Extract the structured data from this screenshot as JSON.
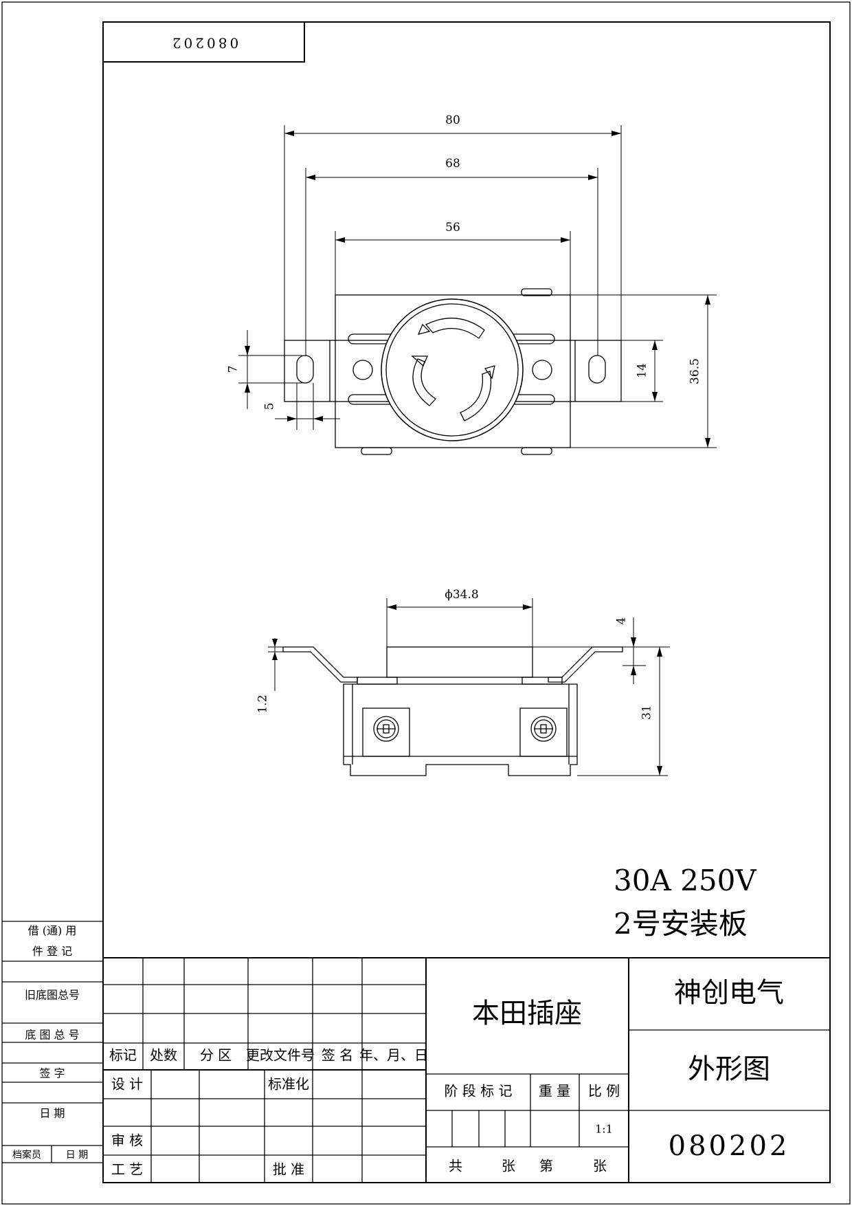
{
  "drawing_number_rotated": "080202",
  "dimensions": {
    "d80": "80",
    "d68": "68",
    "d56": "56",
    "d7": "7",
    "d5": "5",
    "d14": "14",
    "d36_5": "36.5",
    "dia": "ϕ34.8",
    "d4": "4",
    "d1_2": "1.2",
    "d31": "31"
  },
  "rating": {
    "line1": "30A  250V",
    "line2": "2号安装板"
  },
  "left_strip": {
    "borrow_line1": "借  (通)  用",
    "borrow_line2": "件    登    记",
    "old_base": "旧底图总号",
    "base": "底 图 总 号",
    "sign": "签      字",
    "date": "日      期",
    "archivist": "档案员",
    "archive_date": "日  期"
  },
  "title_block": {
    "h_mark": "标记",
    "h_count": "处数",
    "h_zone": "分 区",
    "h_doc": "更改文件号",
    "h_sign": "签 名",
    "h_date": "年、月、日",
    "design": "设 计",
    "standard": "标准化",
    "review": "审 核",
    "process": "工 艺",
    "approve": "批 准",
    "product_name": "本田插座",
    "stage_mark": "阶 段 标 记",
    "weight": "重 量",
    "scale_label": "比 例",
    "scale_value": "1:1",
    "sheets_total": "共",
    "sheets_zhang1": "张",
    "sheets_di": "第",
    "sheets_zhang2": "张",
    "company": "神创电气",
    "drawing_type": "外形图",
    "drawing_number": "080202"
  }
}
